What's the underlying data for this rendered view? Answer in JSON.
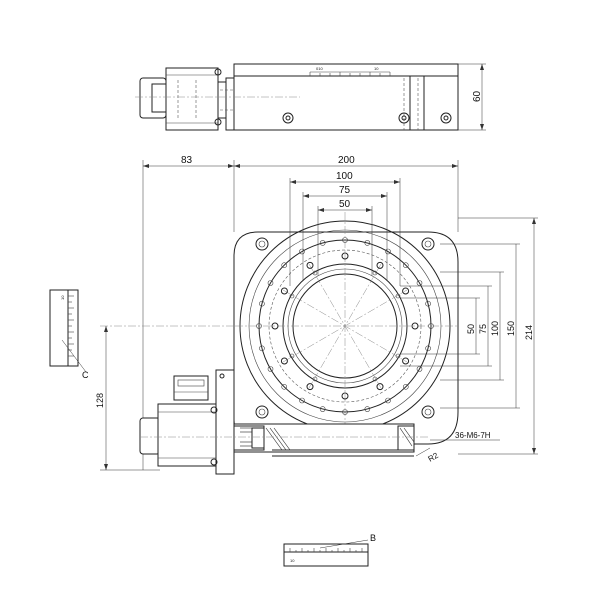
{
  "dimensions": {
    "side_height": "60",
    "motor_offset": "83",
    "width_total": "200",
    "d100_top": "100",
    "d75_top": "75",
    "d50_top": "50",
    "v50": "50",
    "v75": "75",
    "v100": "100",
    "v150": "150",
    "v214": "214",
    "motor_height": "128"
  },
  "callouts": {
    "thread": "36-M6-7H",
    "radius": "R2",
    "detail_c": "C",
    "detail_b": "B"
  },
  "scale_marks": {
    "top_left": "010",
    "top_right": "10",
    "small_1": "10",
    "small_2": "10"
  }
}
